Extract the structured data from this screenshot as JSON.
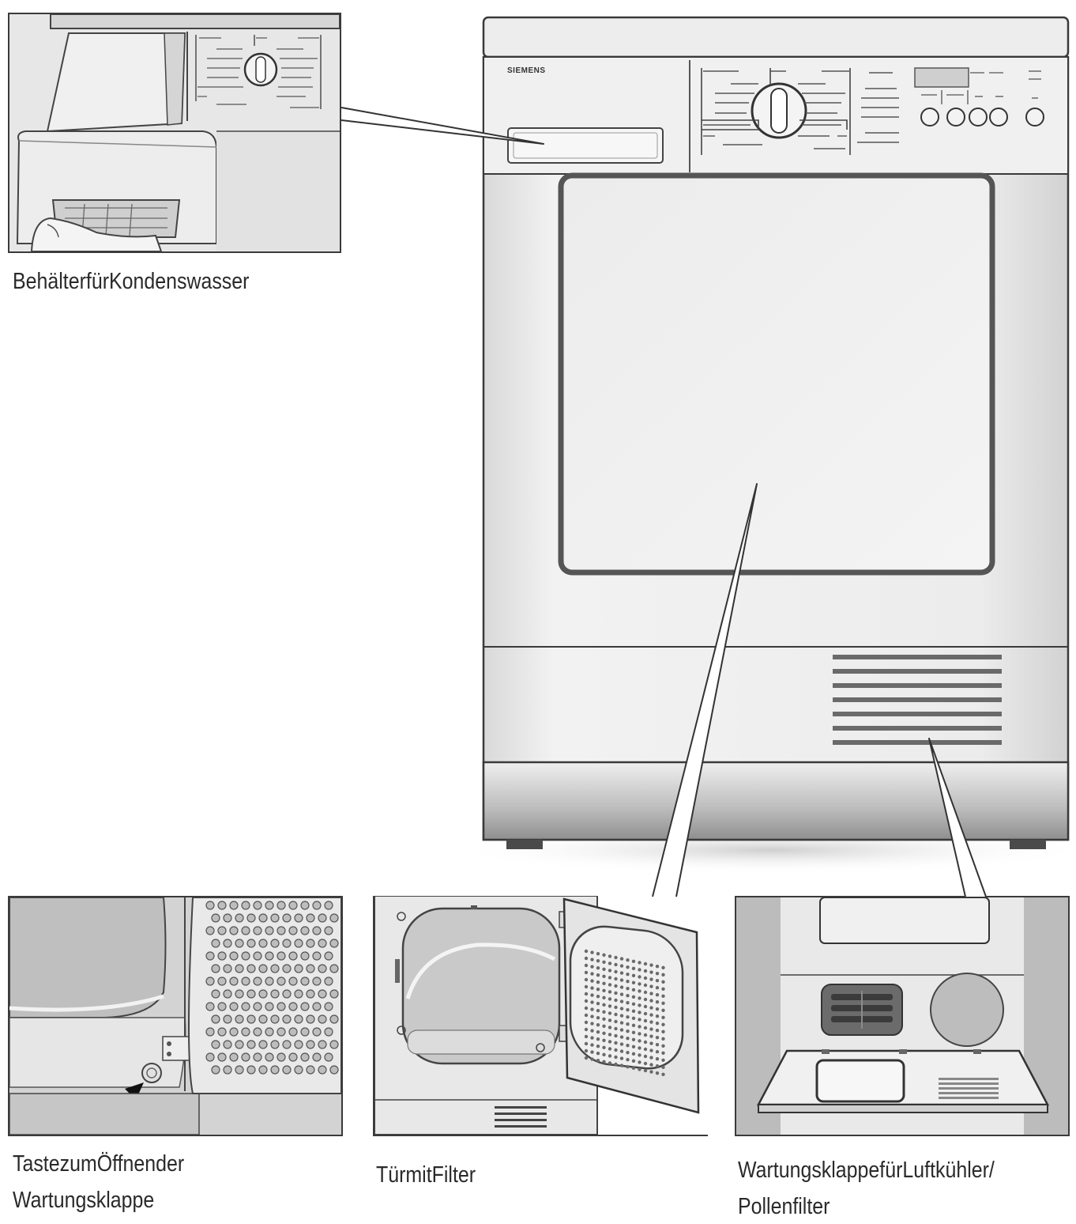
{
  "brand": "SIEMENS",
  "labels": {
    "condensate_container": "BehälterfürKondenswasser",
    "button_line1": "TastezumÖffnender",
    "button_line2": "Wartungsklappe",
    "door_filter": "TürmitFilter",
    "hatch_line1": "WartungsklappefürLuftkühler/",
    "hatch_line2": "Pollenfilter"
  },
  "colors": {
    "outline": "#3a3a3a",
    "body": "#e6e6e6",
    "shade": "#bdbdbd",
    "dark": "#5a5a5a"
  }
}
